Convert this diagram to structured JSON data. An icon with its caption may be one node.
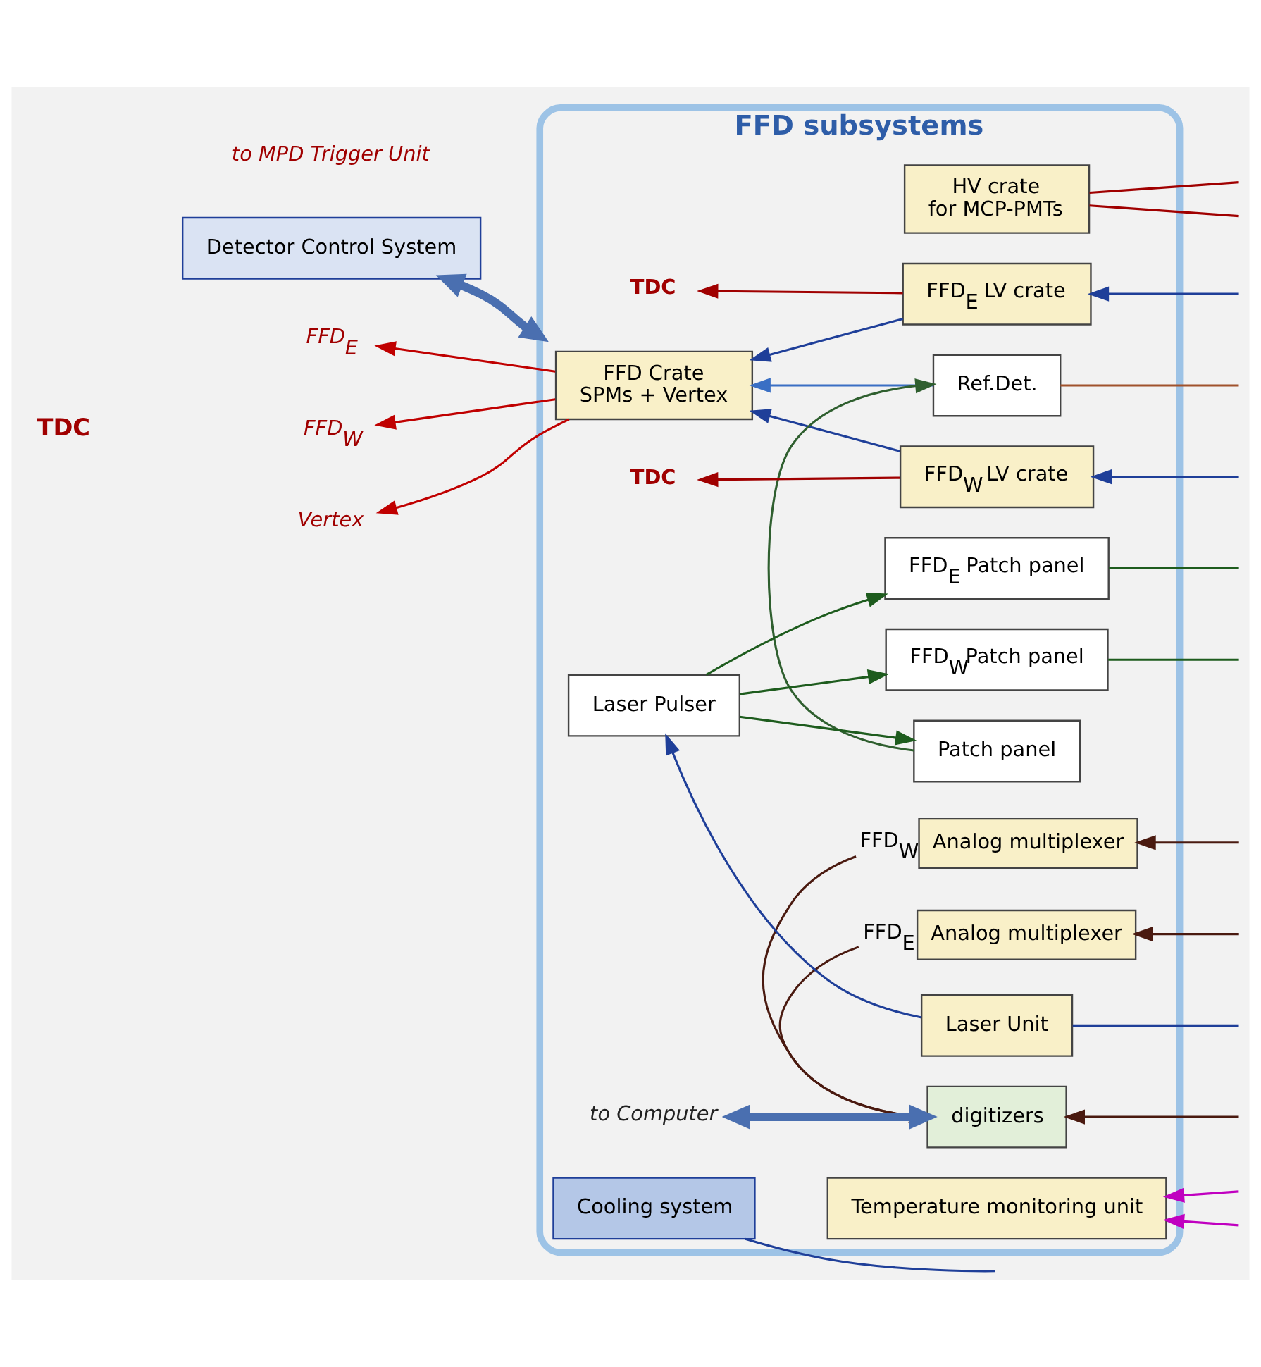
{
  "diagram": {
    "nodes": [
      {
        "text": [
          "FFD subsystems"
        ]
      },
      {
        "text": [
          "FFD Crate",
          "SPMs + Vertex"
        ],
        "in": 0
      },
      {
        "text": [
          "HV crate",
          "for MCP-PMTs"
        ],
        "in": 0
      },
      {
        "text": [
          "FFD$_{E}$ LV crate"
        ],
        "in": 0
      },
      {
        "text": [
          "FFD$_{W}$ LV crate"
        ],
        "in": 0
      },
      {
        "text": [
          "FFD$_{E}$ Patch panel"
        ],
        "in": 0
      },
      {
        "text": [
          "FFD$_{W}$Patch panel"
        ],
        "in": 0
      },
      {
        "text": [
          "Patch panel"
        ],
        "in": 0
      },
      {
        "text": [
          "Ref.Det."
        ],
        "in": 0
      },
      {
        "text": [
          "Analog multiplexer"
        ],
        "beside": [
          "FFD$_{W}$"
        ],
        "in": 0
      },
      {
        "text": [
          "Analog multiplexer"
        ],
        "beside": [
          "FFD$_{E}$"
        ],
        "in": 0
      },
      {
        "text": [
          "digitizers"
        ],
        "in": 0
      },
      {
        "text": [
          "Laser Pulser"
        ],
        "in": 0
      },
      {
        "text": [
          "Laser Unit"
        ],
        "in": 0
      },
      {
        "text": [
          "Temperature monitoring unit"
        ],
        "in": 0
      },
      {
        "text": [
          "Cooling system"
        ],
        "in": 0
      },
      {
        "text": [
          "Detector Control System"
        ]
      },
      {
        "text": [
          "to Computer"
        ],
        "in": 0
      },
      {
        "text": [
          "TDC"
        ],
        "in": 0
      },
      {
        "text": [
          "TDC"
        ],
        "in": 0
      },
      {
        "text": [
          "FFD$_{E}$"
        ]
      },
      {
        "text": [
          "FFD$_{W}$"
        ]
      },
      {
        "text": [
          "Vertex"
        ]
      }
    ],
    "edges": [
      {
        "from": 1,
        "to": 20,
        "arrow": "to",
        "color": "#c00000"
      },
      {
        "from": 1,
        "to": 21,
        "arrow": "to",
        "color": "#c00000"
      },
      {
        "from": 1,
        "to": 22,
        "arrow": "to",
        "color": "#c00000"
      },
      {
        "from": 2,
        "to": null,
        "arrow": "none",
        "color": "#a00000"
      },
      {
        "from": 2,
        "to": null,
        "arrow": "none",
        "color": "#a00000"
      },
      {
        "from": 3,
        "to": 18,
        "arrow": "to",
        "color": "#a00000"
      },
      {
        "from": 3,
        "to": 1,
        "arrow": "to"
      },
      {
        "from": null,
        "to": 3,
        "arrow": "to"
      },
      {
        "from": 4,
        "to": 1,
        "arrow": "to"
      },
      {
        "from": 4,
        "to": 19,
        "arrow": "to",
        "color": "#a00000"
      },
      {
        "from": null,
        "to": 4,
        "arrow": "to"
      },
      {
        "from": 12,
        "to": 5,
        "arrow": "to",
        "color": "#1e5c1e"
      },
      {
        "from": 12,
        "to": 6,
        "arrow": "to",
        "color": "#1e5c1e"
      },
      {
        "from": 12,
        "to": 7,
        "arrow": "to",
        "color": "#1e5c1e"
      },
      {
        "from": 5,
        "to": null,
        "arrow": "none",
        "color": "#1e5c1e"
      },
      {
        "from": 6,
        "to": null,
        "arrow": "none",
        "color": "#1e5c1e"
      },
      {
        "from": 7,
        "to": 8,
        "arrow": "to",
        "color": "#2f5f2f"
      },
      {
        "from": 8,
        "to": 1,
        "arrow": "to",
        "color": "#3a6fc4"
      },
      {
        "from": 8,
        "to": null,
        "arrow": "none",
        "color": "#a0522d"
      },
      {
        "from": null,
        "to": 9,
        "arrow": "to",
        "color": "#4a1a10"
      },
      {
        "from": null,
        "to": 10,
        "arrow": "to",
        "color": "#4a1a10"
      },
      {
        "from": 9,
        "to": 11,
        "arrow": "to",
        "color": "#4a1a10"
      },
      {
        "from": 10,
        "to": 11,
        "arrow": "to",
        "color": "#4a1a10"
      },
      {
        "from": null,
        "to": 11,
        "arrow": "to",
        "color": "#4a1a10"
      },
      {
        "from": 13,
        "to": 12,
        "arrow": "to"
      },
      {
        "from": 13,
        "to": null,
        "arrow": "none"
      },
      {
        "from": null,
        "to": 14,
        "arrow": "to",
        "color": "#c000c0"
      },
      {
        "from": null,
        "to": 14,
        "arrow": "to",
        "color": "#c000c0"
      },
      {
        "from": 15,
        "to": null,
        "arrow": "none"
      },
      {
        "from": 16,
        "to": 0,
        "arrow": "both",
        "style": "thick",
        "color": "#4a6fb0"
      },
      {
        "from": 17,
        "to": 11,
        "arrow": "both",
        "style": "thick",
        "color": "#4a6fb0"
      }
    ],
    "labels": [
      "to MPD Trigger Unit",
      "TDC"
    ]
  }
}
